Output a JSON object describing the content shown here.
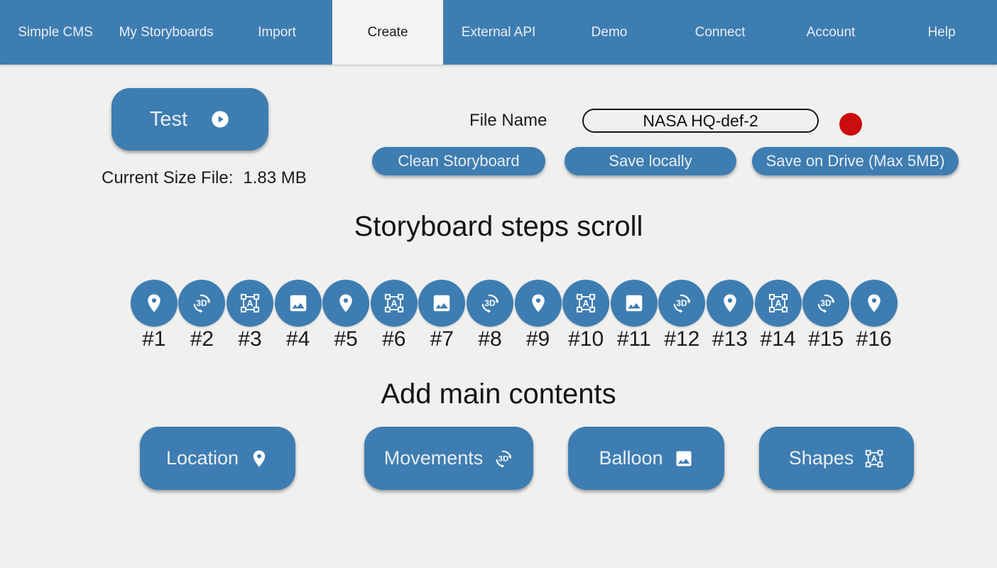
{
  "nav": {
    "items": [
      {
        "label": "Simple CMS",
        "active": false
      },
      {
        "label": "My Storyboards",
        "active": false
      },
      {
        "label": "Import",
        "active": false
      },
      {
        "label": "Create",
        "active": true
      },
      {
        "label": "External API",
        "active": false
      },
      {
        "label": "Demo",
        "active": false
      },
      {
        "label": "Connect",
        "active": false
      },
      {
        "label": "Account",
        "active": false
      },
      {
        "label": "Help",
        "active": false
      }
    ]
  },
  "toolbar": {
    "test_label": "Test",
    "test_icon": "play-circle-icon",
    "size_label": "Current Size File:",
    "size_value": "1.83 MB",
    "file_name_label": "File Name",
    "file_name_value": "NASA HQ-def-2",
    "buttons": [
      {
        "label": "Clean Storyboard"
      },
      {
        "label": "Save locally"
      },
      {
        "label": "Save on Drive (Max 5MB)"
      }
    ]
  },
  "steps_section": {
    "title": "Storyboard steps scroll",
    "steps": [
      {
        "label": "#1",
        "icon": "location-pin-icon"
      },
      {
        "label": "#2",
        "icon": "3d-rotation-icon"
      },
      {
        "label": "#3",
        "icon": "format-shapes-icon"
      },
      {
        "label": "#4",
        "icon": "image-icon"
      },
      {
        "label": "#5",
        "icon": "location-pin-icon"
      },
      {
        "label": "#6",
        "icon": "format-shapes-icon"
      },
      {
        "label": "#7",
        "icon": "image-icon"
      },
      {
        "label": "#8",
        "icon": "3d-rotation-icon"
      },
      {
        "label": "#9",
        "icon": "location-pin-icon"
      },
      {
        "label": "#10",
        "icon": "format-shapes-icon"
      },
      {
        "label": "#11",
        "icon": "image-icon"
      },
      {
        "label": "#12",
        "icon": "3d-rotation-icon"
      },
      {
        "label": "#13",
        "icon": "location-pin-icon"
      },
      {
        "label": "#14",
        "icon": "format-shapes-icon"
      },
      {
        "label": "#15",
        "icon": "3d-rotation-icon"
      },
      {
        "label": "#16",
        "icon": "location-pin-icon"
      }
    ]
  },
  "contents_section": {
    "title": "Add main contents",
    "buttons": [
      {
        "label": "Location",
        "icon": "location-pin-icon"
      },
      {
        "label": "Movements",
        "icon": "3d-rotation-icon"
      },
      {
        "label": "Balloon",
        "icon": "image-icon"
      },
      {
        "label": "Shapes",
        "icon": "format-shapes-icon"
      }
    ]
  },
  "colors": {
    "accent_blue": "#3e7db1",
    "record_red": "#cb0d0d",
    "page_bg": "#f0f0ef"
  }
}
